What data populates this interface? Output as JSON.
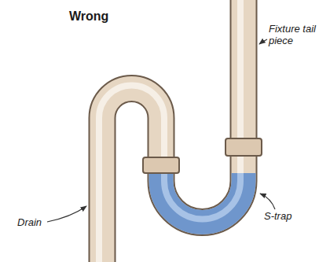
{
  "diagram": {
    "title": "Wrong",
    "labels": [
      "Fixture tail piece",
      "Drain",
      "S-trap"
    ]
  }
}
